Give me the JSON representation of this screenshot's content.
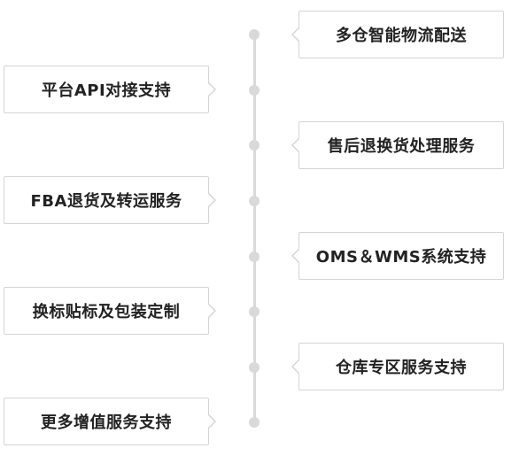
{
  "colors": {
    "line": "#d9d9d9",
    "border": "#d4d4d4",
    "text": "#222222"
  },
  "items": [
    {
      "label": "多仓智能物流配送",
      "side": "right"
    },
    {
      "label": "平台API对接支持",
      "side": "left"
    },
    {
      "label": "售后退换货处理服务",
      "side": "right"
    },
    {
      "label": "FBA退货及转运服务",
      "side": "left"
    },
    {
      "label": "OMS＆WMS系统支持",
      "side": "right"
    },
    {
      "label": "换标贴标及包装定制",
      "side": "left"
    },
    {
      "label": "仓库专区服务支持",
      "side": "right"
    },
    {
      "label": "更多增值服务支持",
      "side": "left"
    }
  ]
}
